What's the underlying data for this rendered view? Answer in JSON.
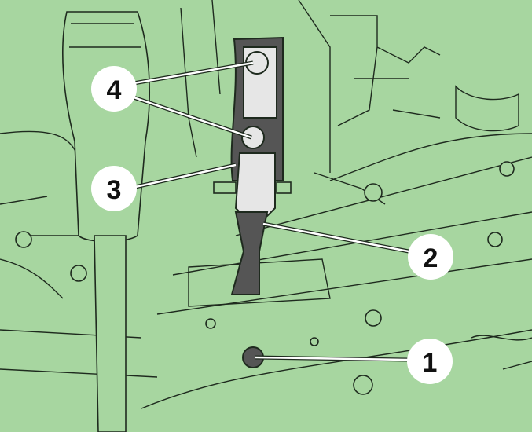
{
  "callouts": [
    {
      "label": "1"
    },
    {
      "label": "2"
    },
    {
      "label": "3"
    },
    {
      "label": "4"
    }
  ],
  "colors": {
    "background": "#a7d6a0",
    "bracket": "#e6e6e6"
  }
}
